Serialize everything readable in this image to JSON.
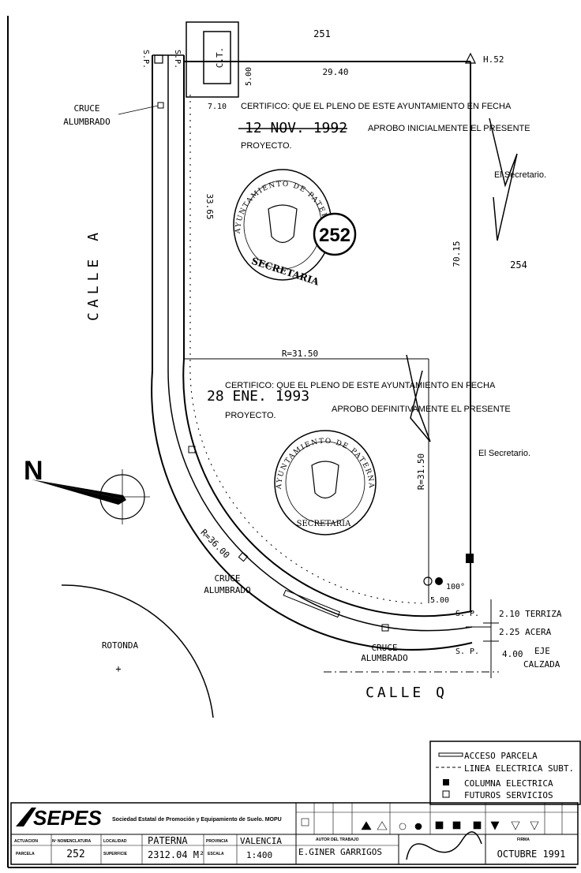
{
  "plot": {
    "north_plot": "251",
    "east_plot": "254",
    "parcel_number": "252",
    "ct_label": "C.T.",
    "vertex": "H.52"
  },
  "dimensions": {
    "top": "29.40",
    "ct_offset": "5.00",
    "corner_offset": "7.10",
    "west": "33.65",
    "east": "70.15",
    "radius_top": "R=31.50",
    "radius_vertical": "R=31.50",
    "radius_outer": "R=36.00",
    "bottom_offset": "5.00",
    "angle": "100°"
  },
  "streets": {
    "calle_a": "CALLE A",
    "calle_q": "CALLE Q",
    "rotonda": "ROTONDA"
  },
  "annotations": {
    "cruce_1": "CRUCE",
    "alumbrado_1": "ALUMBRADO",
    "cruce_2": "CRUCE",
    "alumbrado_2": "ALUMBRADO",
    "cruce_3": "CRUCE",
    "alumbrado_3": "ALUMBRADO",
    "sp_left": "S.P.",
    "sp_right": "S.P.",
    "sp_1": "S. P.",
    "sp_2": "S. P."
  },
  "section": {
    "terraza": "2.10 TERRIZA",
    "acera": "2.25 ACERA",
    "calzada_val": "4.00",
    "calzada_1": "EJE",
    "calzada_2": "CALZADA"
  },
  "stamps": {
    "s1_line1": "CERTIFICO: QUE EL PLENO DE ESTE AYUNTAMIENTO EN FECHA",
    "s1_date": "12 NOV. 1992",
    "s1_line2": "APROBO INICIALMENTE EL PRESENTE",
    "s1_line3": "PROYECTO.",
    "s1_sign": "El Secretario.",
    "seal1_text": "AYUNTAMIENTO DE PATERNA",
    "seal1_bottom": "SECRETARIA",
    "s2_line1": "CERTIFICO: QUE EL PLENO DE ESTE AYUNTAMIENTO EN FECHA",
    "s2_date": "28 ENE. 1993",
    "s2_line2": "APROBO DEFINITIVAMENTE EL PRESENTE",
    "s2_line3": "PROYECTO.",
    "s2_sign": "El Secretario.",
    "seal2_text": "AYUNTAMIENTO DE PATERNA",
    "seal2_bottom": "SECRETARIA"
  },
  "north": "N",
  "legend": [
    {
      "label": "ACCESO PARCELA"
    },
    {
      "label": "LINEA ELECTRICA SUBT."
    },
    {
      "label": "COLUMNA ELECTRICA"
    },
    {
      "label": "FUTUROS SERVICIOS"
    }
  ],
  "title_block": {
    "logo": "SEPES",
    "company": "Sociedad Estatal de Promoción y Equipamiento de Suelo. MOPU",
    "actuacion_label": "ACTUACION",
    "nomen_label": "Nº NOMENCLATURA",
    "parcela_label": "PARCELA",
    "parcela": "252",
    "localidad_label": "LOCALIDAD",
    "localidad": "PATERNA",
    "superficie_label": "SUPERFICIE",
    "superficie": "2312.04 M²",
    "provincia_label": "PROVINCIA",
    "provincia": "VALENCIA",
    "escala_label": "ESCALA",
    "escala": "1:400",
    "autor_label": "AUTOR DEL TRABAJO",
    "autor": "E.GINER GARRIGOS",
    "firma_label": "FIRMA",
    "date": "OCTUBRE 1991"
  }
}
